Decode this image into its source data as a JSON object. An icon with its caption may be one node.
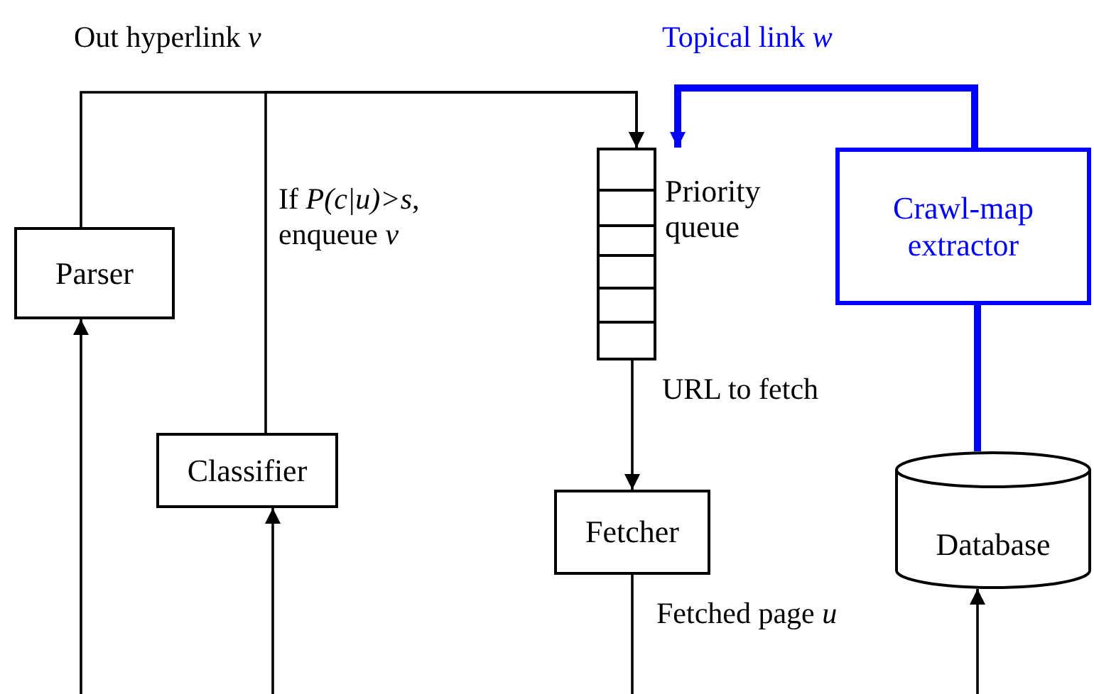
{
  "diagram": {
    "nodes": [
      {
        "text": [
          "Parser"
        ]
      },
      {
        "text": [
          "Classifier"
        ]
      },
      {
        "text": [
          "Priority queue"
        ]
      },
      {
        "text": [
          "Crawl-map extractor"
        ]
      },
      {
        "text": [
          "Fetcher"
        ]
      },
      {
        "text": [
          "Database"
        ]
      }
    ],
    "edges": [
      {
        "from": 0,
        "to": 2,
        "arrow": "to",
        "label": "Out hyperlink *v*"
      },
      {
        "from": 1,
        "to": 2,
        "arrow": "to",
        "label": "If *P(c|u)>s*, enqueue *v*"
      },
      {
        "from": 3,
        "to": 2,
        "arrow": "to",
        "label": "Topical link *w*",
        "style": "thick",
        "color": "#0000ff"
      },
      {
        "from": 2,
        "to": 4,
        "arrow": "to",
        "label": "URL to fetch"
      },
      {
        "from": 4,
        "to": null,
        "arrow": "none",
        "label": "Fetched page *u*"
      },
      {
        "from": 3,
        "to": 5,
        "arrow": "none",
        "style": "thick",
        "color": "#0000ff"
      },
      {
        "from": null,
        "to": 0,
        "arrow": "to"
      },
      {
        "from": null,
        "to": 1,
        "arrow": "to"
      },
      {
        "from": null,
        "to": 5,
        "arrow": "to"
      }
    ]
  }
}
